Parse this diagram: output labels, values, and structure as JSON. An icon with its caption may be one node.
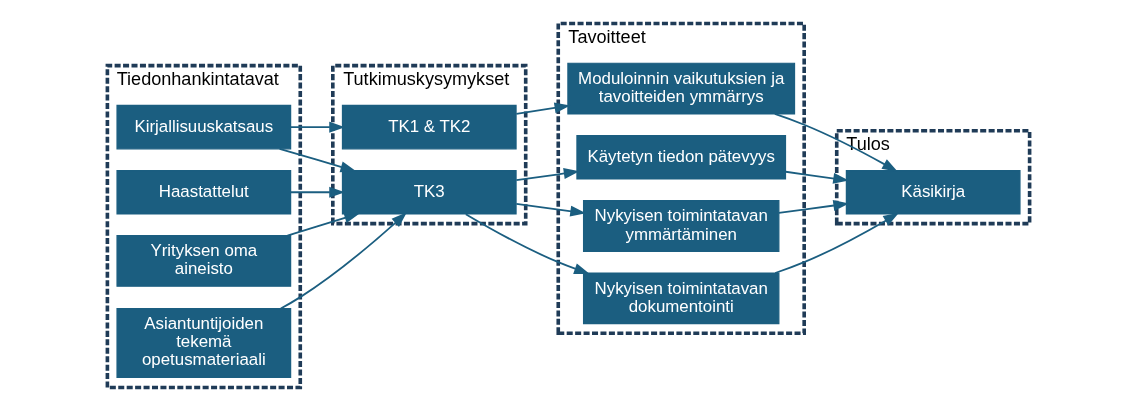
{
  "diagram": {
    "nodes": [
      {
        "text": [
          "Tiedonhankintatavat"
        ]
      },
      {
        "text": [
          "Kirjallisuuskatsaus"
        ],
        "in": 0
      },
      {
        "text": [
          "Haastattelut"
        ],
        "in": 0
      },
      {
        "text": [
          "Yrityksen oma aineisto"
        ],
        "in": 0
      },
      {
        "text": [
          "Asiantuntijoiden tekemä opetusmateriaali"
        ],
        "in": 0
      },
      {
        "text": [
          "Tutkimuskysymykset"
        ]
      },
      {
        "text": [
          "TK1 & TK2"
        ],
        "in": 5
      },
      {
        "text": [
          "TK3"
        ],
        "in": 5
      },
      {
        "text": [
          "Tavoitteet"
        ]
      },
      {
        "text": [
          "Moduloinnin vaikutuksien ja tavoitteiden ymmärrys"
        ],
        "in": 8
      },
      {
        "text": [
          "Käytetyn tiedon pätevyys"
        ],
        "in": 8
      },
      {
        "text": [
          "Nykyisen toimintatavan ymmärtäminen"
        ],
        "in": 8
      },
      {
        "text": [
          "Nykyisen toimintatavan dokumentointi"
        ],
        "in": 8
      },
      {
        "text": [
          "Tulos"
        ]
      },
      {
        "text": [
          "Käsikirja"
        ],
        "in": 13
      }
    ],
    "edges": [
      {
        "from": 1,
        "to": 6,
        "arrow": "to"
      },
      {
        "from": 1,
        "to": 7,
        "arrow": "to"
      },
      {
        "from": 2,
        "to": 7,
        "arrow": "to"
      },
      {
        "from": 3,
        "to": 7,
        "arrow": "to"
      },
      {
        "from": 4,
        "to": 7,
        "arrow": "to"
      },
      {
        "from": 6,
        "to": 9,
        "arrow": "to"
      },
      {
        "from": 7,
        "to": 10,
        "arrow": "to"
      },
      {
        "from": 7,
        "to": 11,
        "arrow": "to"
      },
      {
        "from": 7,
        "to": 12,
        "arrow": "to"
      },
      {
        "from": 9,
        "to": 14,
        "arrow": "to"
      },
      {
        "from": 10,
        "to": 14,
        "arrow": "to"
      },
      {
        "from": 11,
        "to": 14,
        "arrow": "to"
      },
      {
        "from": 12,
        "to": 14,
        "arrow": "to"
      }
    ]
  }
}
